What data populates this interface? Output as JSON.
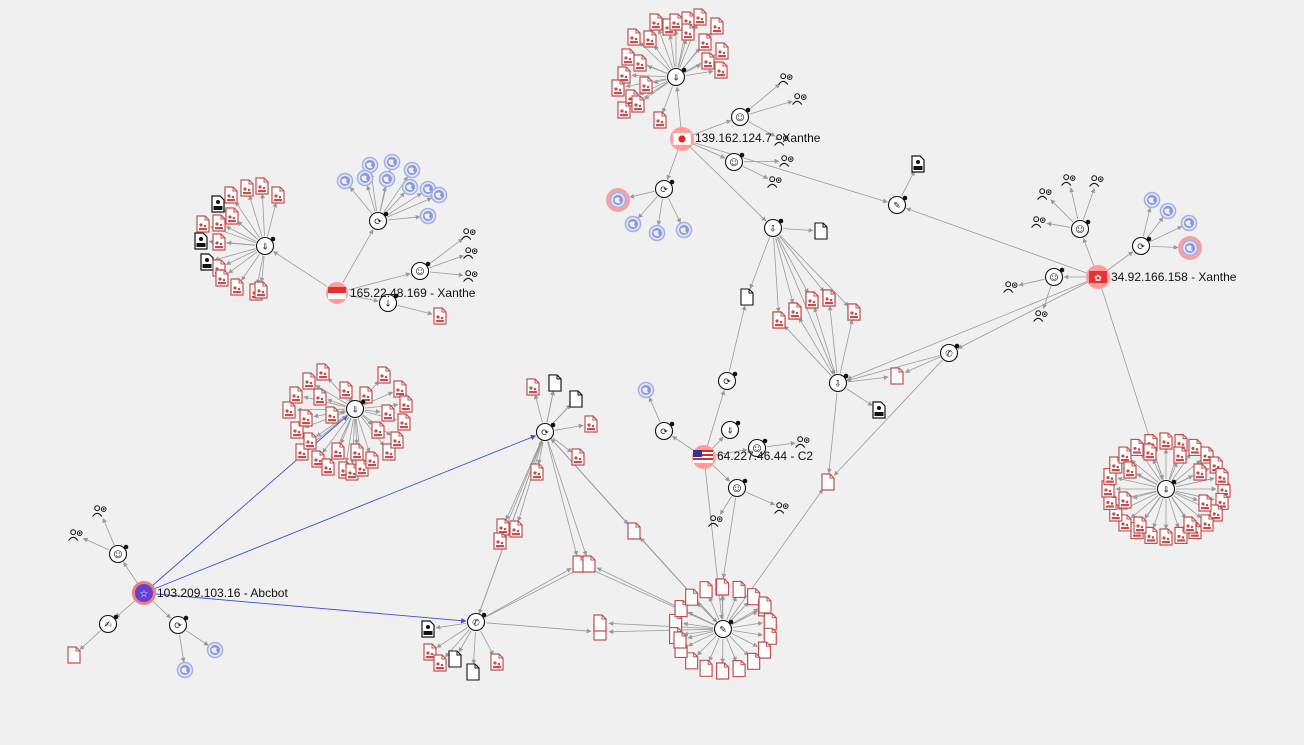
{
  "colors": {
    "background": "#f0f0f0",
    "edge": "#999999",
    "edge_highlight": "#3b4fd6",
    "file_red": "#c05050",
    "globe_fill": "#8a96d6",
    "globe_ring": "#a6b0e6",
    "alert_ring": "#e88080",
    "host_red": "#ff5a5a",
    "host_purple": "#6a3fd0"
  },
  "hosts": [
    {
      "id": "h_sg",
      "label": "165.22.48.169 - Xanthe",
      "flag": "sg-flag-icon"
    },
    {
      "id": "h_jp",
      "label": "139.162.124.7 - Xanthe",
      "flag": "jp-flag-icon"
    },
    {
      "id": "h_hk",
      "label": "34.92.166.158 - Xanthe",
      "flag": "hk-flag-icon"
    },
    {
      "id": "h_us",
      "label": "64.227.46.44 - C2",
      "flag": "us-flag-icon"
    },
    {
      "id": "h_abc",
      "label": "103.209.103.16 - Abcbot",
      "flag": "malware-icon"
    }
  ],
  "hubs": [
    {
      "id": "u_sg_dl",
      "icon": "download-process-icon"
    },
    {
      "id": "u_sg_net",
      "icon": "network-connection-icon"
    },
    {
      "id": "u_sg_usr",
      "icon": "user-group-icon"
    },
    {
      "id": "u_sg_file",
      "icon": "file-download-icon"
    },
    {
      "id": "u_jp_dl",
      "icon": "download-process-icon"
    },
    {
      "id": "u_jp_net",
      "icon": "network-connection-icon"
    },
    {
      "id": "u_jp_usr1",
      "icon": "user-group-icon"
    },
    {
      "id": "u_jp_usr2",
      "icon": "user-group-icon"
    },
    {
      "id": "u_sig",
      "icon": "signature-icon"
    },
    {
      "id": "u_drop1",
      "icon": "dropper-icon"
    },
    {
      "id": "u_drop2",
      "icon": "dropper-icon"
    },
    {
      "id": "u_hk_dl",
      "icon": "download-process-icon"
    },
    {
      "id": "u_hk_net",
      "icon": "network-connection-icon"
    },
    {
      "id": "u_hk_usr1",
      "icon": "user-group-icon"
    },
    {
      "id": "u_hk_usr2",
      "icon": "user-group-icon"
    },
    {
      "id": "u_phone1",
      "icon": "phone-call-icon"
    },
    {
      "id": "u_us_dl",
      "icon": "download-process-icon"
    },
    {
      "id": "u_us_net1",
      "icon": "network-connection-icon"
    },
    {
      "id": "u_us_net2",
      "icon": "network-connection-icon"
    },
    {
      "id": "u_us_usr1",
      "icon": "user-group-icon"
    },
    {
      "id": "u_us_usr2",
      "icon": "user-group-icon"
    },
    {
      "id": "u_hub_c",
      "icon": "network-connection-icon"
    },
    {
      "id": "u_phone2",
      "icon": "phone-call-icon"
    },
    {
      "id": "u_sig2",
      "icon": "signature-icon"
    },
    {
      "id": "u_abc_dl",
      "icon": "download-process-icon"
    },
    {
      "id": "u_abc_usr",
      "icon": "user-group-icon"
    },
    {
      "id": "u_abc_file",
      "icon": "file-signature-icon"
    },
    {
      "id": "u_abc_net",
      "icon": "network-connection-icon"
    }
  ]
}
